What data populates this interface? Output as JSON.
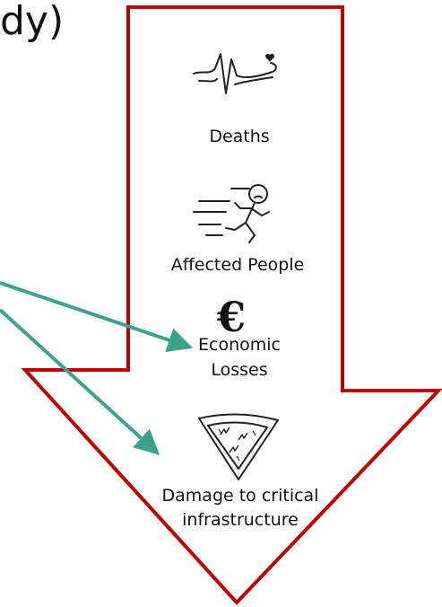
{
  "title_fragment": "dy)",
  "items": [
    {
      "label": "Deaths",
      "icon": "heartbeat-icon"
    },
    {
      "label": "Affected People",
      "icon": "running-person-icon"
    },
    {
      "label_lines": [
        "Economic",
        "Losses"
      ],
      "icon": "euro-icon",
      "symbol": "€"
    },
    {
      "label_lines": [
        "Damage to critical",
        "infrastructure"
      ],
      "icon": "warning-triangle-icon"
    }
  ],
  "colors": {
    "arrow_outline": "#c00000",
    "pointer_arrows": "#3aa38a",
    "text": "#111111"
  }
}
